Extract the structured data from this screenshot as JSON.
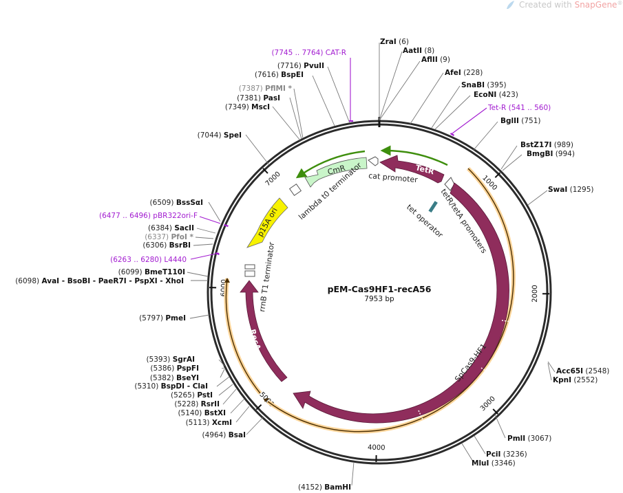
{
  "watermark": {
    "prefix": "Created with ",
    "brand": "SnapGene",
    "reg": "®",
    "icon": "snapgene-leaf-icon"
  },
  "plasmid": {
    "name": "pEM-Cas9HF1-recA56",
    "length_label": "7953 bp",
    "length": 7953
  },
  "ticks": [
    "1000",
    "2000",
    "3000",
    "4000",
    "5000",
    "6000",
    "7000"
  ],
  "enzymes": [
    {
      "pos": "(6)",
      "name": "ZraI"
    },
    {
      "pos": "(8)",
      "name": "AatII"
    },
    {
      "pos": "(9)",
      "name": "AflII"
    },
    {
      "pos": "(228)",
      "name": "AfeI"
    },
    {
      "pos": "(395)",
      "name": "SnaBI"
    },
    {
      "pos": "(423)",
      "name": "EcoNI"
    },
    {
      "pos": "(751)",
      "name": "BglII"
    },
    {
      "pos": "(989)",
      "name": "BstZ17I"
    },
    {
      "pos": "(994)",
      "name": "BmgBI"
    },
    {
      "pos": "(1295)",
      "name": "SwaI"
    },
    {
      "pos": "(2548)",
      "name": "Acc65I"
    },
    {
      "pos": "(2552)",
      "name": "KpnI"
    },
    {
      "pos": "(3067)",
      "name": "PmlI"
    },
    {
      "pos": "(3236)",
      "name": "PciI"
    },
    {
      "pos": "(3346)",
      "name": "MluI"
    },
    {
      "pos": "(4152)",
      "name": "BamHI"
    },
    {
      "pos": "(4964)",
      "name": "BsaI"
    },
    {
      "pos": "(5113)",
      "name": "XcmI"
    },
    {
      "pos": "(5140)",
      "name": "BstXI"
    },
    {
      "pos": "(5228)",
      "name": "RsrII"
    },
    {
      "pos": "(5265)",
      "name": "PstI"
    },
    {
      "pos": "(5310)",
      "name": "BspDI  - ClaI"
    },
    {
      "pos": "(5382)",
      "name": "BseYI"
    },
    {
      "pos": "(5386)",
      "name": "PspFI"
    },
    {
      "pos": "(5393)",
      "name": "SgrAI"
    },
    {
      "pos": "(5797)",
      "name": "PmeI"
    },
    {
      "pos": "(6098)",
      "name": "AvaI  - BsoBI  - PaeR7I  - PspXI  - XhoI"
    },
    {
      "pos": "(6099)",
      "name": "BmeT110I"
    },
    {
      "pos": "(6306)",
      "name": "BsrBI"
    },
    {
      "pos": "(6337)",
      "name": "PfoI *"
    },
    {
      "pos": "(6384)",
      "name": "SacII"
    },
    {
      "pos": "(6509)",
      "name": "BssSαI"
    },
    {
      "pos": "(7044)",
      "name": "SpeI"
    },
    {
      "pos": "(7349)",
      "name": "MscI"
    },
    {
      "pos": "(7381)",
      "name": "PasI"
    },
    {
      "pos": "(7387)",
      "name": "PflMI *"
    },
    {
      "pos": "(7616)",
      "name": "BspEI"
    },
    {
      "pos": "(7716)",
      "name": "PvuII"
    }
  ],
  "primers": [
    {
      "range": "(7745 .. 7764)",
      "name": "CAT-R"
    },
    {
      "range": "(541 .. 560)",
      "name": "Tet-R"
    },
    {
      "range": "(6477 .. 6496)",
      "name": "pBR322ori-F"
    },
    {
      "range": "(6263 .. 6280)",
      "name": "L4440"
    }
  ],
  "features": {
    "tetR": "TetR",
    "cmR": "CmR",
    "recA": "RecA",
    "p15a": "p15A ori",
    "cas9": "SpCas9-HF1",
    "cat_promoter": "cat promoter",
    "tet_promoters": "tetR/tetA promoters",
    "tet_operator": "tet operator",
    "lambda_term": "lambda t0 terminator",
    "rrnb_term": "rrnB T1 terminator"
  },
  "colors": {
    "backbone": "#2b2b2b",
    "cds": "#8f2d5c",
    "marker": "#c9f5c9",
    "origin": "#f7f200",
    "primer": "#a21bd0",
    "promoter_arrow": "#3e8e0d",
    "orf": "#e8a43a"
  }
}
